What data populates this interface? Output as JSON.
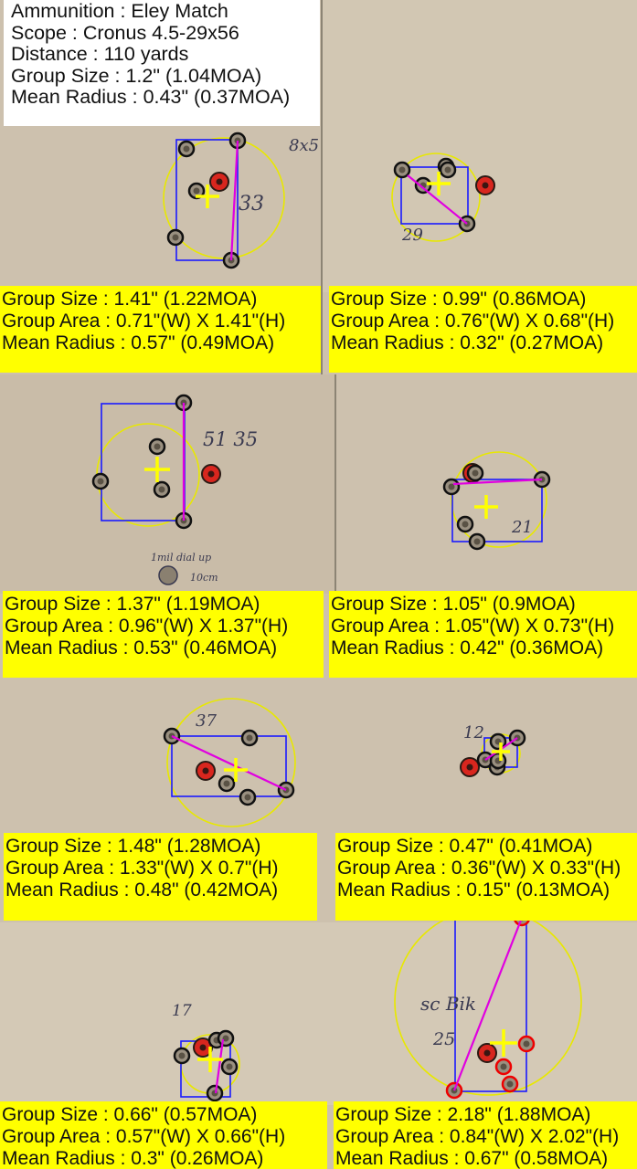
{
  "info": {
    "ammunition": "Ammunition : Eley Match",
    "scope": "Scope : Cronus 4.5-29x56",
    "distance": "Distance : 110 yards",
    "group_size": "Group Size : 1.2\" (1.04MOA)",
    "mean_radius": "Mean Radius : 0.43\" (0.37MOA)"
  },
  "colors": {
    "board": "#cdc1ae",
    "panel": "#ffff00",
    "bounding_box": "#1a1aff",
    "circle": "#e8e800",
    "extreme_spread_line": "#e000e0",
    "center_cross": "#ffff00",
    "hole_outline": "#111111",
    "flagged_hole": "#ee0000"
  },
  "groups": [
    {
      "size": "Group Size : 1.41\" (1.22MOA)",
      "area": "Group Area : 0.71\"(W) X 1.41\"(H)",
      "radius": "Mean Radius : 0.57\" (0.49MOA)",
      "notes": [
        "8x5",
        "33"
      ]
    },
    {
      "size": "Group Size : 0.99\" (0.86MOA)",
      "area": "Group Area : 0.76\"(W) X 0.68\"(H)",
      "radius": "Mean Radius : 0.32\" (0.27MOA)",
      "notes": [
        "29"
      ]
    },
    {
      "size": "Group Size : 1.37\" (1.19MOA)",
      "area": "Group Area : 0.96\"(W) X 1.37\"(H)",
      "radius": "Mean Radius : 0.53\" (0.46MOA)",
      "notes": [
        "51 35",
        "1mil dial up",
        "10cm"
      ]
    },
    {
      "size": "Group Size : 1.05\" (0.9MOA)",
      "area": "Group Area : 1.05\"(W) X 0.73\"(H)",
      "radius": "Mean Radius : 0.42\" (0.36MOA)",
      "notes": [
        "21"
      ]
    },
    {
      "size": "Group Size : 1.48\" (1.28MOA)",
      "area": "Group Area : 1.33\"(W) X 0.7\"(H)",
      "radius": "Mean Radius : 0.48\" (0.42MOA)",
      "notes": [
        "37"
      ]
    },
    {
      "size": "Group Size : 0.47\" (0.41MOA)",
      "area": "Group Area : 0.36\"(W) X 0.33\"(H)",
      "radius": "Mean Radius : 0.15\" (0.13MOA)",
      "notes": [
        "12"
      ]
    },
    {
      "size": "Group Size : 0.66\" (0.57MOA)",
      "area": "Group Area : 0.57\"(W) X 0.66\"(H)",
      "radius": "Mean Radius : 0.3\" (0.26MOA)",
      "notes": [
        "17"
      ]
    },
    {
      "size": "Group Size : 2.18\" (1.88MOA)",
      "area": "Group Area : 0.84\"(W) X 2.02\"(H)",
      "radius": "Mean Radius : 0.67\" (0.58MOA)",
      "notes": [
        "sc Bik",
        "25"
      ]
    }
  ]
}
